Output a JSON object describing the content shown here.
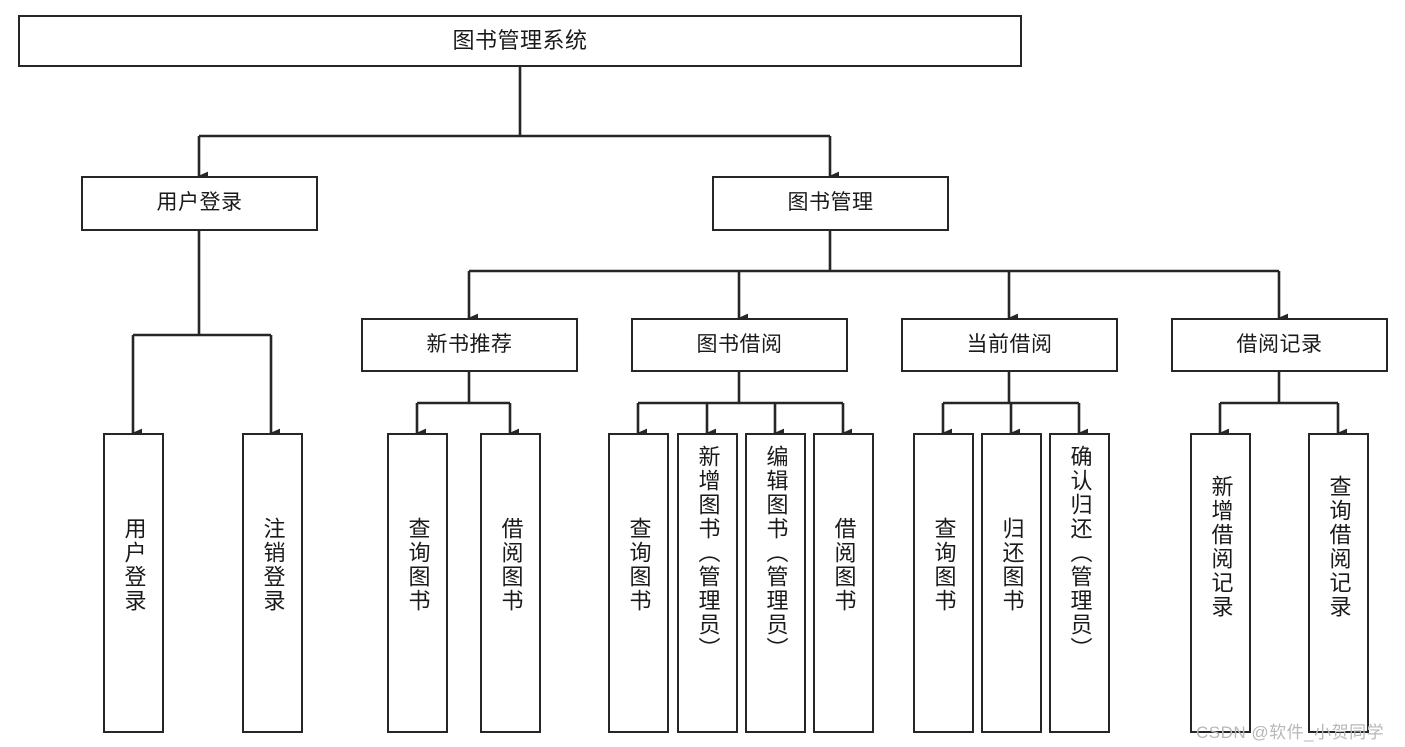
{
  "diagram": {
    "title": "图书管理系统",
    "type": "hierarchy-tree",
    "levels": 4,
    "nodes": {
      "root": {
        "label": "图书管理系统",
        "orientation": "horizontal"
      },
      "level2": [
        {
          "id": "user-login",
          "label": "用户登录",
          "orientation": "horizontal"
        },
        {
          "id": "book-management",
          "label": "图书管理",
          "orientation": "horizontal"
        }
      ],
      "level3": [
        {
          "id": "new-book-recommend",
          "label": "新书推荐",
          "orientation": "horizontal",
          "parent": "book-management"
        },
        {
          "id": "book-borrow",
          "label": "图书借阅",
          "orientation": "horizontal",
          "parent": "book-management"
        },
        {
          "id": "current-borrow",
          "label": "当前借阅",
          "orientation": "horizontal",
          "parent": "book-management"
        },
        {
          "id": "borrow-record",
          "label": "借阅记录",
          "orientation": "horizontal",
          "parent": "book-management"
        }
      ],
      "leaves": [
        {
          "id": "leaf-user-login",
          "label": "用户登录",
          "orientation": "vertical",
          "parent": "user-login"
        },
        {
          "id": "leaf-logout-login",
          "label": "注销登录",
          "orientation": "vertical",
          "parent": "user-login"
        },
        {
          "id": "leaf-query-book-1",
          "label": "查询图书",
          "orientation": "vertical",
          "parent": "new-book-recommend"
        },
        {
          "id": "leaf-borrow-book-1",
          "label": "借阅图书",
          "orientation": "vertical",
          "parent": "new-book-recommend"
        },
        {
          "id": "leaf-query-book-2",
          "label": "查询图书",
          "orientation": "vertical",
          "parent": "book-borrow"
        },
        {
          "id": "leaf-add-book",
          "label": "新增图书（管理员）",
          "orientation": "vertical",
          "parent": "book-borrow"
        },
        {
          "id": "leaf-edit-book",
          "label": "编辑图书（管理员）",
          "orientation": "vertical",
          "parent": "book-borrow"
        },
        {
          "id": "leaf-borrow-book-2",
          "label": "借阅图书",
          "orientation": "vertical",
          "parent": "book-borrow"
        },
        {
          "id": "leaf-query-book-3",
          "label": "查询图书",
          "orientation": "vertical",
          "parent": "current-borrow"
        },
        {
          "id": "leaf-return-book",
          "label": "归还图书",
          "orientation": "vertical",
          "parent": "current-borrow"
        },
        {
          "id": "leaf-confirm-return",
          "label": "确认归还（管理员）",
          "orientation": "vertical",
          "parent": "current-borrow"
        },
        {
          "id": "leaf-add-record",
          "label": "新增借阅记录",
          "orientation": "vertical",
          "parent": "borrow-record"
        },
        {
          "id": "leaf-query-record",
          "label": "查询借阅记录",
          "orientation": "vertical",
          "parent": "borrow-record"
        }
      ]
    },
    "colors": {
      "stroke": "#262626",
      "fill": "#ffffff",
      "text": "#1a1a1a",
      "watermark": "#b8b8b8"
    }
  },
  "watermark": {
    "text": "CSDN @软件_小贺同学"
  }
}
